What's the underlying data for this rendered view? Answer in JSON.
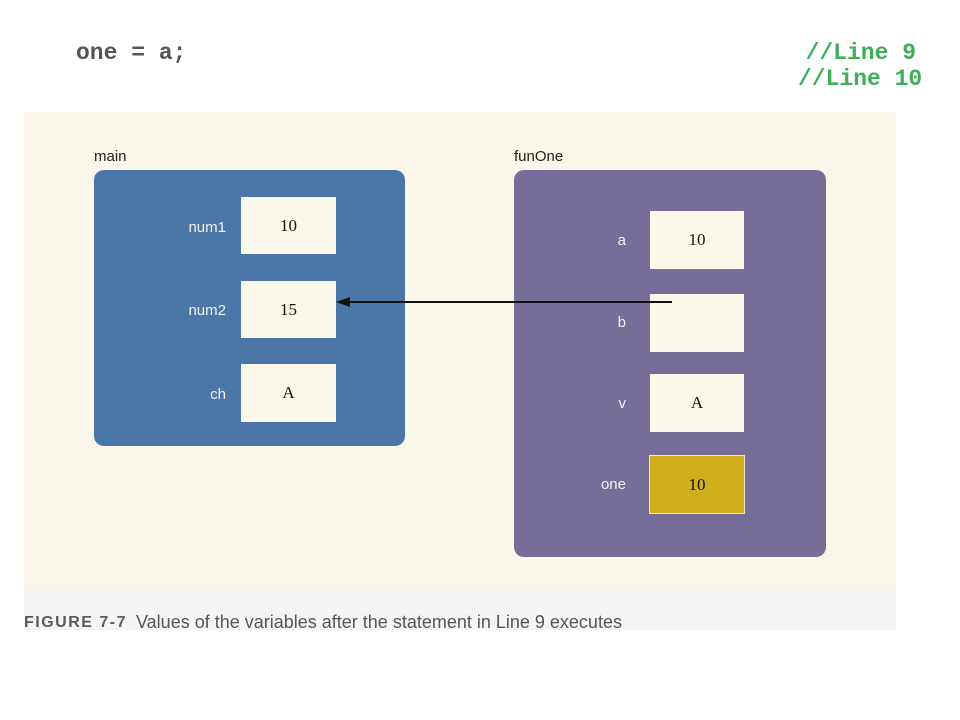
{
  "code": {
    "statement": "one = a;",
    "comment": "//Line 9",
    "next_line_partial": "//Line 10"
  },
  "main_scope": {
    "title": "main",
    "variables": [
      {
        "name": "num1",
        "value": "10"
      },
      {
        "name": "num2",
        "value": "15"
      },
      {
        "name": "ch",
        "value": "A"
      }
    ]
  },
  "fun_scope": {
    "title": "funOne",
    "variables": [
      {
        "name": "a",
        "value": "10"
      },
      {
        "name": "b",
        "value": ""
      },
      {
        "name": "v",
        "value": "A"
      },
      {
        "name": "one",
        "value": "10"
      }
    ]
  },
  "caption": {
    "number": "FIGURE 7-7",
    "text": "Values of the variables after the statement in Line 9 executes"
  },
  "colors": {
    "main_box": "#4a76a8",
    "fun_box": "#776d99",
    "highlight_cell": "#d0ae1c",
    "comment": "#3fae5a"
  }
}
